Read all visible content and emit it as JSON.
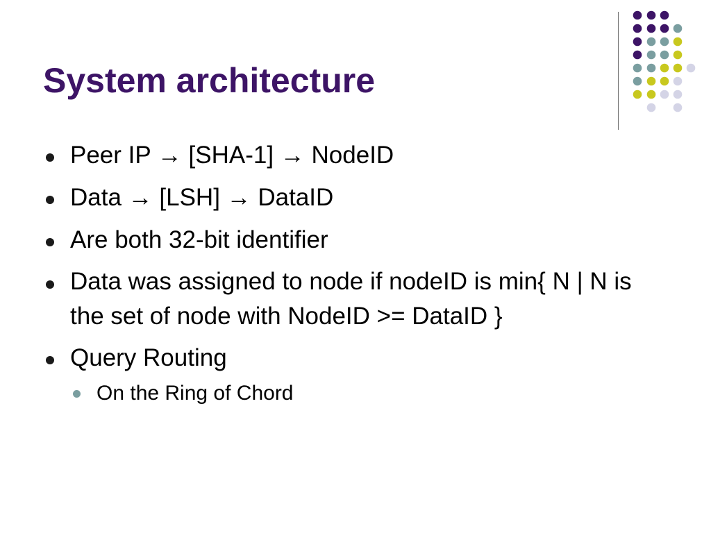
{
  "slide": {
    "title": "System architecture",
    "bullets": [
      "Peer IP → [SHA-1] → NodeID",
      "Data → [LSH] → DataID",
      "Are both 32-bit identifier",
      "Data was assigned to node if nodeID is min{ N | N is the set of node with NodeID >= DataID }",
      "Query Routing"
    ],
    "sub_bullets": [
      "On the Ring of Chord"
    ]
  },
  "theme": {
    "title_color": "#3d1466",
    "dot_colors": {
      "purple": "#3d1466",
      "teal": "#7a9ea0",
      "olive": "#c8c81e",
      "lavender": "#d4d4e6"
    }
  }
}
